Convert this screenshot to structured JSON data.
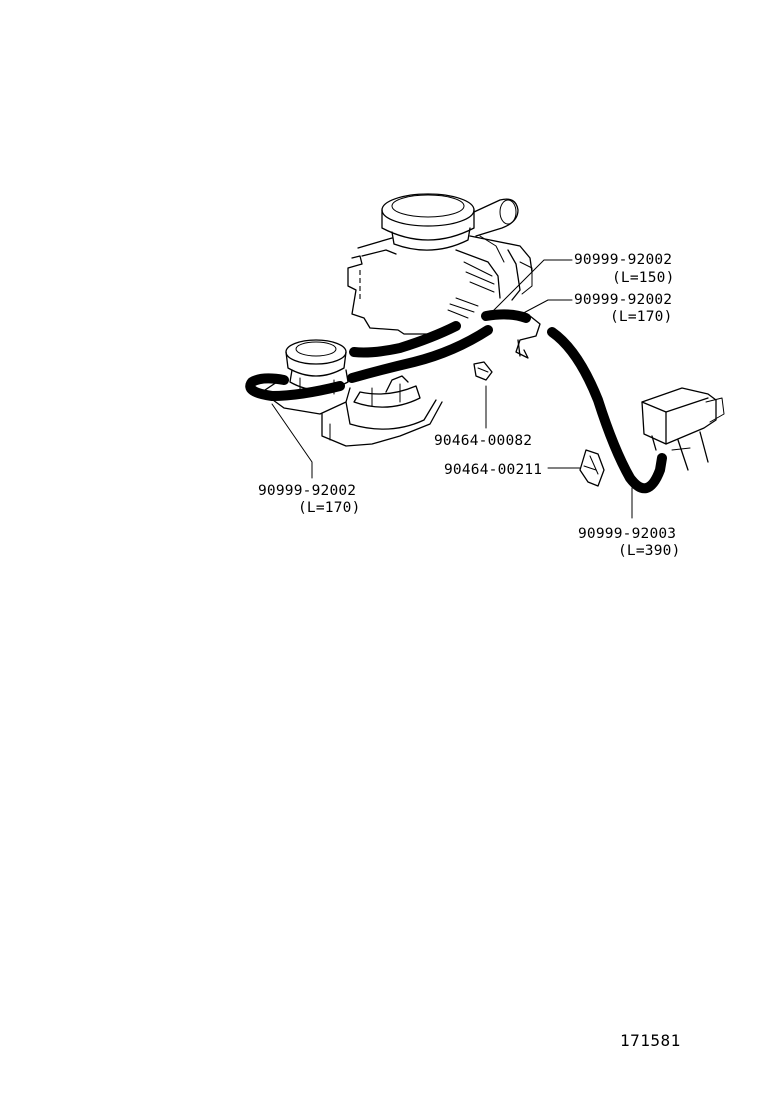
{
  "diagram": {
    "callouts": [
      {
        "id": "c1",
        "part_no": "90999-92002",
        "length": "(L=150)"
      },
      {
        "id": "c2",
        "part_no": "90999-92002",
        "length": "(L=170)"
      },
      {
        "id": "c3",
        "part_no": "90464-00082"
      },
      {
        "id": "c4",
        "part_no": "90464-00211"
      },
      {
        "id": "c5",
        "part_no": "90999-92002",
        "length": "(L=170)"
      },
      {
        "id": "c6",
        "part_no": "90999-92003",
        "length": "(L=390)"
      }
    ],
    "illustration_id": "171581"
  }
}
